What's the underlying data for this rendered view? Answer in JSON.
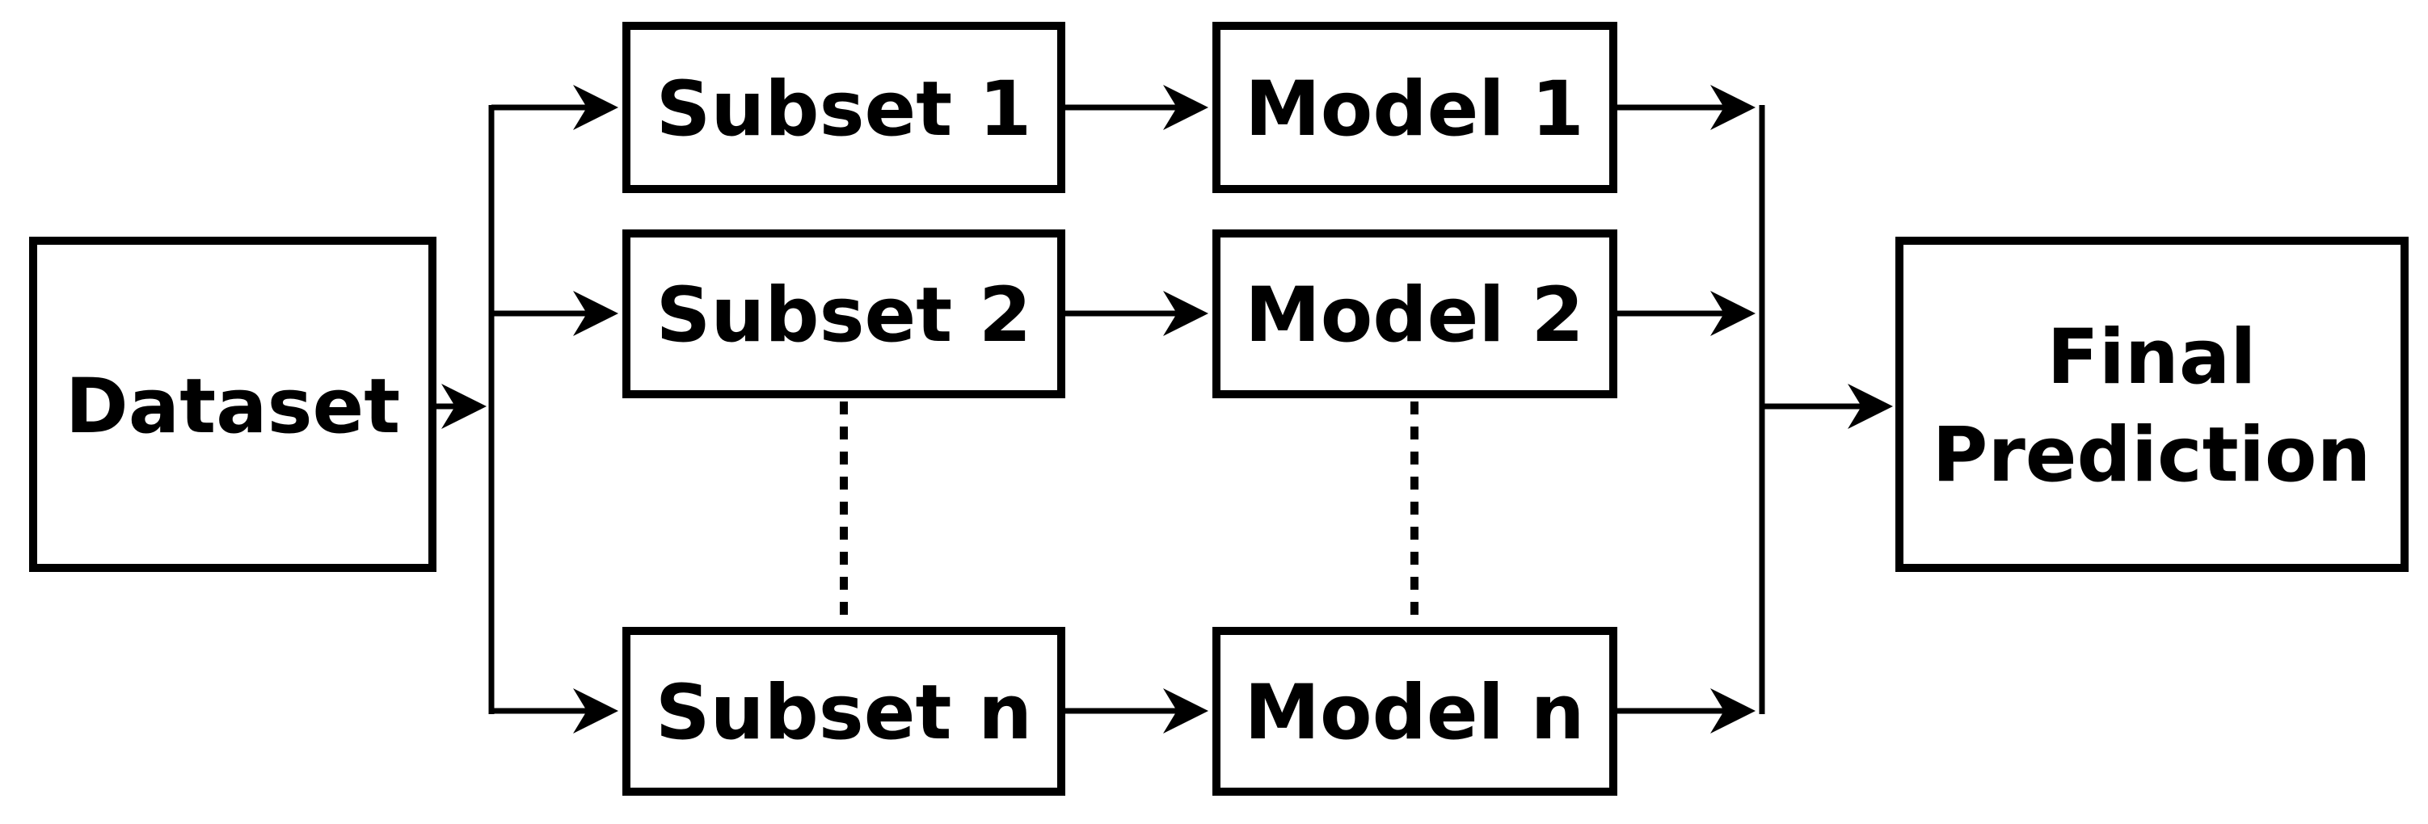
{
  "diagram": {
    "type": "flowchart",
    "description": "Ensemble learning / bagging diagram: a dataset is split into subsets, each subset trains a model, and all models are combined into a final prediction",
    "colors": {
      "background": "#ffffff",
      "stroke": "#000000",
      "text": "#000000"
    },
    "nodes": {
      "dataset": {
        "label": "Dataset"
      },
      "subset1": {
        "label": "Subset 1"
      },
      "subset2": {
        "label": "Subset 2"
      },
      "subsetn": {
        "label": "Subset n"
      },
      "model1": {
        "label": "Model 1"
      },
      "model2": {
        "label": "Model 2"
      },
      "modeln": {
        "label": "Model n"
      },
      "final": {
        "label_line1": "Final",
        "label_line2": "Prediction"
      }
    },
    "edges": [
      "Dataset -> fan-out",
      "fan-out -> Subset 1",
      "fan-out -> Subset 2",
      "fan-out -> Subset n",
      "Subset 1 -> Model 1",
      "Subset 2 -> Model 2",
      "Subset n -> Model n",
      "Model 1 -> collector",
      "Model 2 -> collector",
      "Model n -> collector",
      "collector -> Final Prediction"
    ],
    "ellipsis_marks": [
      "dashed line between Subset 2 and Subset n",
      "dashed line between Model 2 and Model n"
    ]
  }
}
